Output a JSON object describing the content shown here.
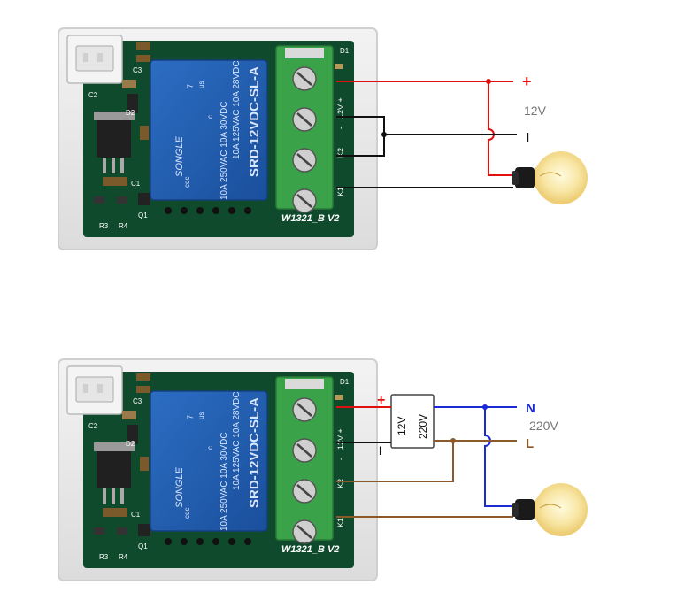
{
  "colors": {
    "pcb": "#0f4a2c",
    "relay": "#1f5fb5",
    "terminal": "#3aa34a",
    "wire_red": "#e01010",
    "wire_black": "#111111",
    "wire_blue": "#1a2bd6",
    "wire_brown": "#8a5a2b",
    "text_red": "#e01010",
    "text_blue": "#1a2bd6",
    "text_brown": "#8a5a2b",
    "text_gray": "#777777"
  },
  "board": {
    "component_labels": [
      "C3",
      "C2",
      "D2",
      "C1",
      "R3",
      "R4",
      "Q1",
      "D1"
    ],
    "relay_brand": "SONGLE",
    "relay_model": "SRD-12VDC-SL-A",
    "relay_rating_1": "10A 125VAC 10A 28VDC",
    "relay_rating_2": "10A 250VAC 10A 30VDC",
    "relay_number": "7",
    "relay_cert_us": "us",
    "relay_cert_c": "c",
    "relay_cert_cqc": "cqc",
    "board_id": "W1321_B V2",
    "terminal_labels": [
      "12V +",
      "-",
      "K2",
      "K1"
    ]
  },
  "diagram_top": {
    "plus_label": "+",
    "voltage_label": "12V",
    "minus_label": "I"
  },
  "diagram_bottom": {
    "plus_label": "+",
    "minus_label": "I",
    "psu_in_label": "12V",
    "psu_out_label": "220V",
    "neutral_label": "N",
    "voltage_label": "220V",
    "line_label": "L"
  }
}
